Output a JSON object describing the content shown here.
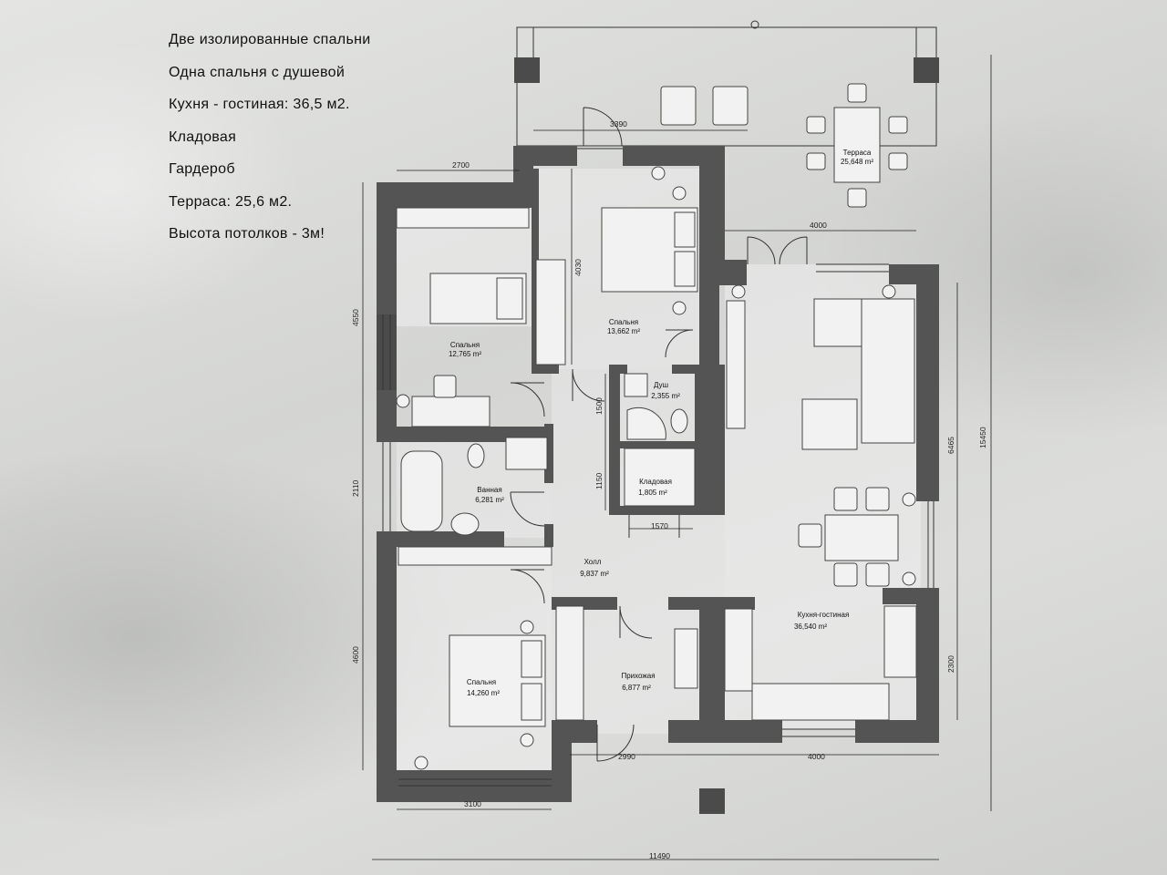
{
  "features": [
    "Две изолированные спальни",
    "Одна спальня с душевой",
    "Кухня - гостиная: 36,5 м2.",
    "Кладовая",
    "Гардероб",
    "Терраса: 25,6 м2.",
    "Высота потолков - 3м!"
  ],
  "rooms": {
    "terrace": {
      "name": "Терраса",
      "area": "25,648 m²"
    },
    "bedroom_left": {
      "name": "Спальня",
      "area": "12,765 m²"
    },
    "bedroom_top": {
      "name": "Спальня",
      "area": "13,662 m²"
    },
    "shower": {
      "name": "Душ",
      "area": "2,355 m²"
    },
    "bathroom": {
      "name": "Ванная",
      "area": "6,281 m²"
    },
    "storage": {
      "name": "Кладовая",
      "area": "1,805 m²"
    },
    "hall": {
      "name": "Холл",
      "area": "9,837 m²"
    },
    "bedroom_bottom": {
      "name": "Спальня",
      "area": "14,260 m²"
    },
    "entrance": {
      "name": "Прихожая",
      "area": "6,877 m²"
    },
    "kitchen_living": {
      "name": "Кухня-гостиная",
      "area": "36,540 m²"
    }
  },
  "dimensions": {
    "d3390": "3390",
    "d2700": "2700",
    "d4000_top": "4000",
    "d4030": "4030",
    "d4550": "4550",
    "d1500": "1500",
    "d2110": "2110",
    "d1150": "1150",
    "d1570": "1570",
    "d4600": "4600",
    "d6465": "6465",
    "d15450": "15450",
    "d2300": "2300",
    "d2990": "2990",
    "d4000_bottom": "4000",
    "d3100": "3100",
    "d11490": "11490"
  }
}
